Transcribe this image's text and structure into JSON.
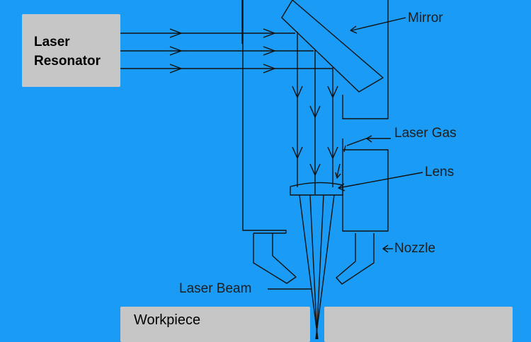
{
  "diagram": {
    "background_color": "#1A9BF5",
    "line_color": "#111111",
    "box_color": "#C6C6C6",
    "labels": {
      "laser_resonator": "Laser\nResonator",
      "mirror": "Mirror",
      "laser_gas": "Laser Gas",
      "lens": "Lens",
      "nozzle": "Nozzle",
      "laser_beam": "Laser Beam",
      "workpiece": "Workpiece"
    }
  }
}
